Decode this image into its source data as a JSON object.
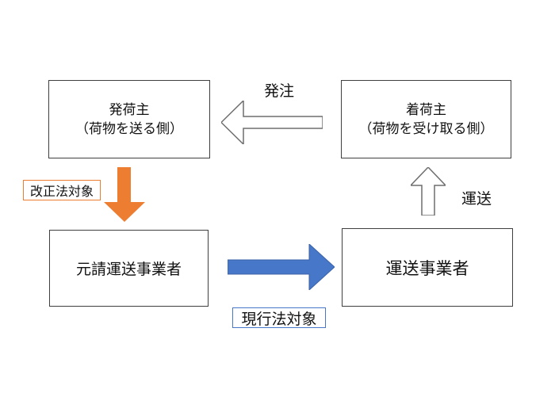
{
  "colors": {
    "orange": "#ED7D31",
    "blue": "#4677C8",
    "blue-edge": "#3B62A8",
    "box-border": "#3F3F3F",
    "arrow-outline": "#6E6E6E",
    "text": "#111111",
    "background": "#FFFFFF"
  },
  "boxes": {
    "shipper": {
      "line1": "発荷主",
      "line2": "（荷物を送る側）"
    },
    "consignee": {
      "line1": "着荷主",
      "line2": "（荷物を受け取る側）"
    },
    "prime_carrier": {
      "label": "元請運送事業者"
    },
    "carrier": {
      "label": "運送事業者"
    }
  },
  "arrows": {
    "order": {
      "label": "発注",
      "direction": "left"
    },
    "transport": {
      "label": "運送",
      "direction": "up"
    },
    "revised_law": {
      "label": "改正法対象",
      "direction": "down"
    },
    "current_law": {
      "label": "現行法対象",
      "direction": "right"
    }
  }
}
